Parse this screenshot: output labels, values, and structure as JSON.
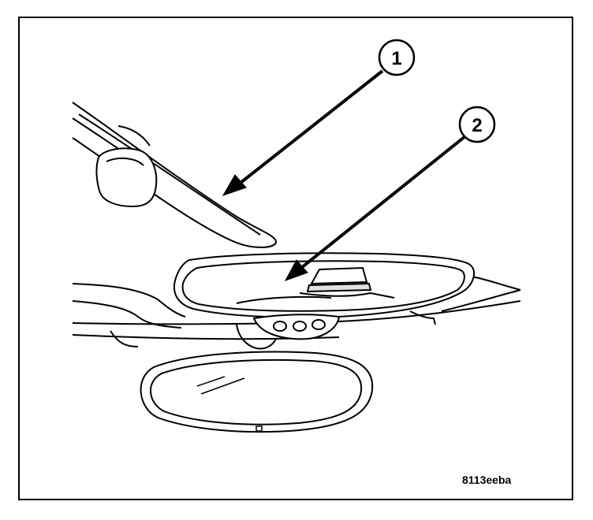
{
  "callouts": [
    {
      "number": "1"
    },
    {
      "number": "2"
    }
  ],
  "figure_code": "8113eeba",
  "colors": {
    "line": "#000000",
    "background": "#ffffff",
    "shade": "#d8d8d8"
  }
}
